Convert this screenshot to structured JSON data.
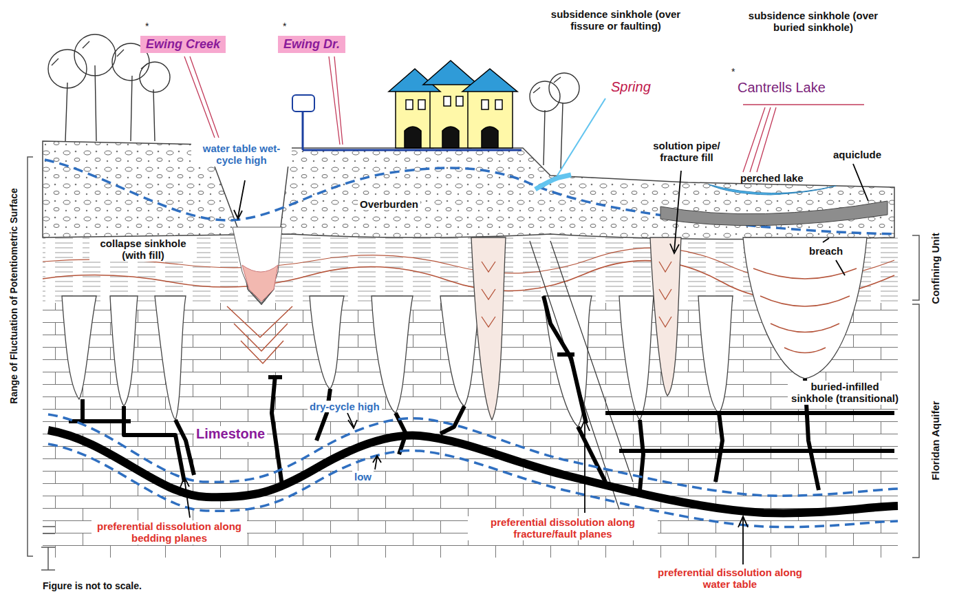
{
  "diagram": {
    "nodes": [
      {
        "text": [
          "Ewing Creek"
        ]
      },
      {
        "text": [
          "Ewing Dr."
        ]
      }
    ],
    "labels": [
      "*",
      "*",
      "subsidence sinkhole (over fissure or faulting)",
      "subsidence sinkhole (over buried sinkhole)",
      "Spring",
      "*",
      "Cantrells Lake",
      "water table wet-cycle high",
      "Overburden",
      "solution pipe/ fracture fill",
      "aquiclude",
      "perched lake",
      "collapse sinkhole (with fill)",
      "breach",
      "Confining Unit",
      "Range of Fluctuation of Potentiometric Surface",
      "buried-infilled sinkhole (transitional)",
      "dry-cycle high",
      "Limestone",
      "low",
      "Floridan Aquifer",
      "preferential dissolution along bedding planes",
      "preferential dissolution along fracture/fault planes",
      "preferential dissolution along water table",
      "Figure is not to scale."
    ]
  }
}
